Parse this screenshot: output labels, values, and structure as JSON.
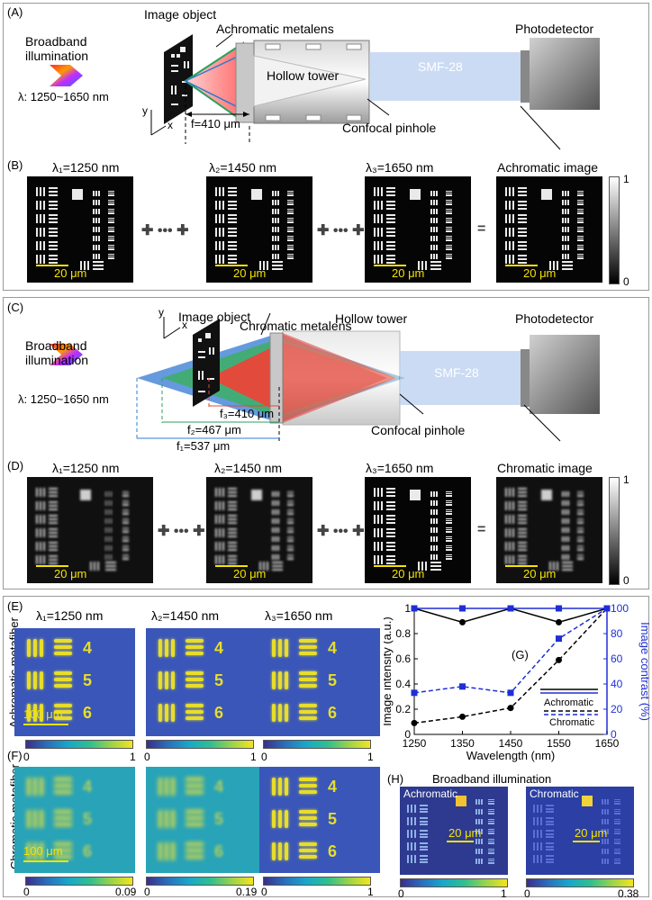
{
  "panels": {
    "A": "(A)",
    "B": "(B)",
    "C": "(C)",
    "D": "(D)",
    "E": "(E)",
    "F": "(F)",
    "G": "(G)",
    "H": "(H)"
  },
  "schematic_a": {
    "illum_1": "Broadband",
    "illum_2": "illumination",
    "lambda": "λ: 1250~1650 nm",
    "image_object": "Image object",
    "metalens": "Achromatic metalens",
    "hollow_tower": "Hollow tower",
    "smf": "SMF-28",
    "photodetector": "Photodetector",
    "pinhole": "Confocal pinhole",
    "focal": "f=410 μm",
    "axis_y": "y",
    "axis_x": "x"
  },
  "row_b": {
    "l1": "λ₁=1250 nm",
    "l2": "λ₂=1450 nm",
    "l3": "λ₃=1650 nm",
    "result": "Achromatic image",
    "scalebar": "20 μm",
    "cbar_max": "1",
    "cbar_min": "0",
    "plus_dots": "✚ ••• ✚",
    "equals": "="
  },
  "schematic_c": {
    "illum_1": "Broadband",
    "illum_2": "illumination",
    "lambda": "λ: 1250~1650 nm",
    "image_object": "Image object",
    "metalens": "Chromatic metalens",
    "hollow_tower": "Hollow tower",
    "smf": "SMF-28",
    "photodetector": "Photodetector",
    "pinhole": "Confocal pinhole",
    "f3": "f₃=410 μm",
    "f2": "f₂=467 μm",
    "f1": "f₁=537 μm",
    "axis_y": "y",
    "axis_x": "x"
  },
  "row_d": {
    "l1": "λ₁=1250 nm",
    "l2": "λ₂=1450 nm",
    "l3": "λ₃=1650 nm",
    "result": "Chromatic image",
    "scalebar": "20 μm",
    "cbar_max": "1",
    "cbar_min": "0"
  },
  "row_e": {
    "side": "Achromatic metafiber",
    "l1": "λ₁=1250 nm",
    "l2": "λ₂=1450 nm",
    "l3": "λ₃=1650 nm",
    "scalebar": "100 μm",
    "cb_min": [
      "0",
      "0",
      "0"
    ],
    "cb_max": [
      "1",
      "1",
      "1"
    ],
    "digits": [
      "4",
      "5",
      "6"
    ]
  },
  "row_f": {
    "side": "Chromatic metafiber",
    "scalebar": "100 μm",
    "cb_min": [
      "0",
      "0",
      "0"
    ],
    "cb_max": [
      "0.09",
      "0.19",
      "1"
    ],
    "digits": [
      "4",
      "5",
      "6"
    ]
  },
  "panel_h": {
    "title": "Broadband illumination",
    "left": "Achromatic",
    "right": "Chromatic",
    "scalebar": "20 μm",
    "cb_min": [
      "0",
      "0"
    ],
    "cb_max": [
      "1",
      "0.38"
    ]
  },
  "chart_data": {
    "type": "line",
    "x": [
      1250,
      1350,
      1450,
      1550,
      1650
    ],
    "xlabel": "Wavelength (nm)",
    "ylabel": "Image intensity (a.u.)",
    "y2label": "Image contrast (%)",
    "xlim": [
      1250,
      1650
    ],
    "ylim": [
      0,
      1
    ],
    "y2lim": [
      0,
      100
    ],
    "xticks": [
      "1250",
      "1350",
      "1450",
      "1550",
      "1650"
    ],
    "yticks": [
      "0",
      "0.2",
      "0.4",
      "0.6",
      "0.8",
      "1"
    ],
    "y2ticks": [
      "0",
      "20",
      "40",
      "60",
      "80",
      "100"
    ],
    "legend": [
      "Achromatic",
      "Chromatic"
    ],
    "series": [
      {
        "name": "Achromatic",
        "quantity": "intensity",
        "axis": "left",
        "color": "#000000",
        "values": [
          1.0,
          0.89,
          1.0,
          0.89,
          1.0
        ]
      },
      {
        "name": "Chromatic",
        "quantity": "intensity",
        "axis": "left",
        "color": "#000000",
        "values": [
          0.09,
          0.14,
          0.21,
          0.59,
          1.0
        ]
      },
      {
        "name": "Achromatic",
        "quantity": "contrast",
        "axis": "right",
        "color": "#1f2fd6",
        "values": [
          100,
          100,
          100,
          100,
          100
        ]
      },
      {
        "name": "Chromatic",
        "quantity": "contrast",
        "axis": "right",
        "color": "#1f2fd6",
        "values": [
          33,
          38,
          33,
          76,
          100
        ]
      }
    ],
    "colors": {
      "black": "#000000",
      "blue": "#1f2fd6"
    }
  }
}
